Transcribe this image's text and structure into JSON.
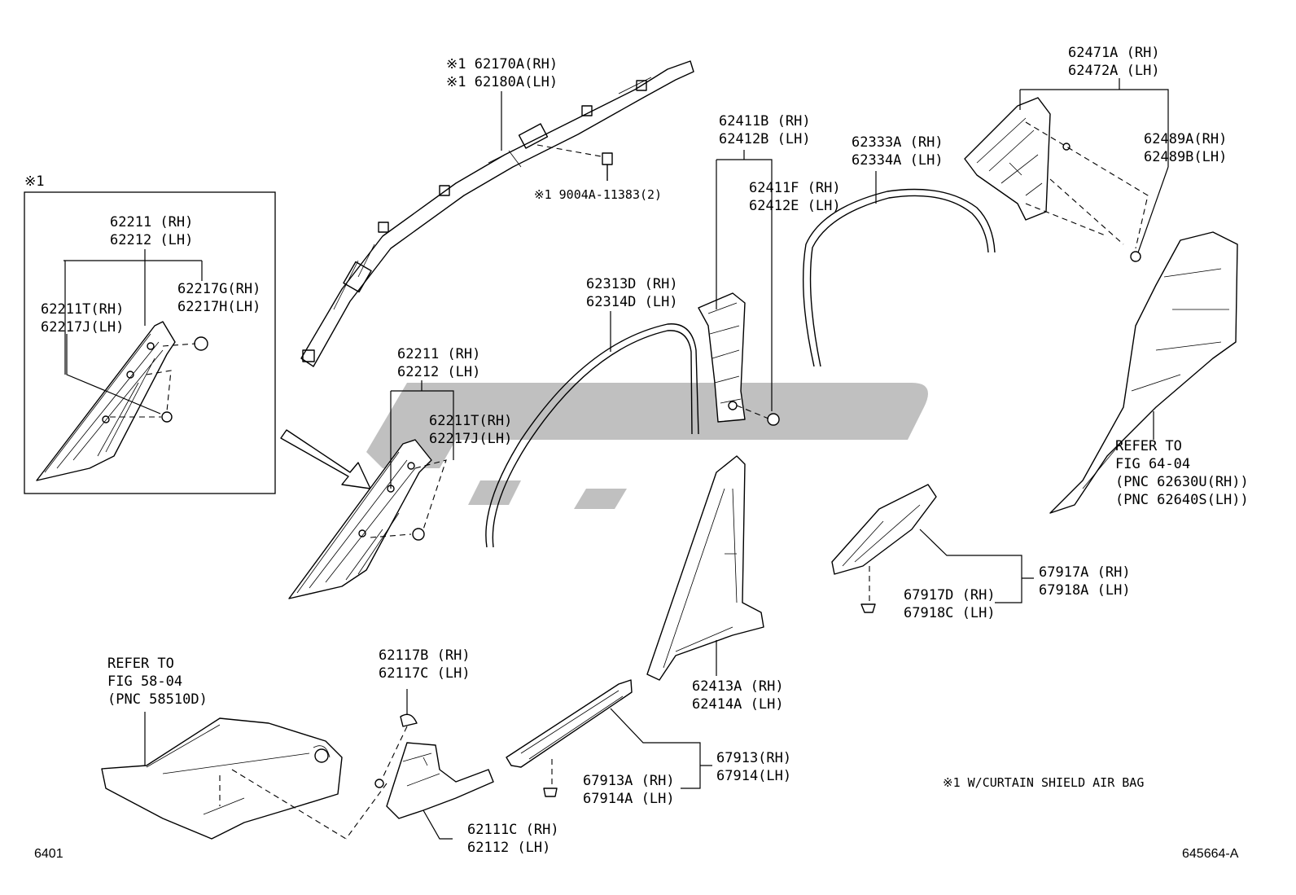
{
  "labels": {
    "inset_ref": "※1",
    "inset_a_rh": "62211 (RH)",
    "inset_a_lh": "62212 (LH)",
    "inset_t_rh": "62211T(RH)",
    "inset_t_lh": "62217J(LH)",
    "inset_g_rh": "62217G(RH)",
    "inset_g_lh": "62217H(LH)",
    "airbag_rh": "※1 62170A(RH)",
    "airbag_lh": "※1 62180A(LH)",
    "airbag_bolt": "※1 9004A-11383(2)",
    "apillar_rh": "62211 (RH)",
    "apillar_lh": "62212 (LH)",
    "apillar_t_rh": "62211T(RH)",
    "apillar_t_lh": "62217J(LH)",
    "weather_rh": "62313D (RH)",
    "weather_lh": "62314D (LH)",
    "bpillar_upper_rh": "62411B (RH)",
    "bpillar_upper_lh": "62412B (LH)",
    "bpillar_clip_rh": "62411F (RH)",
    "bpillar_clip_lh": "62412E (LH)",
    "rear_weather_rh": "62333A (RH)",
    "rear_weather_lh": "62334A (LH)",
    "cpillar_rh": "62471A (RH)",
    "cpillar_lh": "62472A (LH)",
    "cpillar_clip_rh": "62489A(RH)",
    "cpillar_clip_lh": "62489B(LH)",
    "refer_1": "REFER TO",
    "refer_1_fig": "FIG 64-04",
    "refer_1_pnc_rh": "(PNC 62630U(RH))",
    "refer_1_pnc_lh": "(PNC 62640S(LH))",
    "rear_scuff_rh": "67917A (RH)",
    "rear_scuff_lh": "67918A (LH)",
    "rear_scuff_clip_rh": "67917D (RH)",
    "rear_scuff_clip_lh": "67918C (LH)",
    "bpillar_lower_rh": "62413A (RH)",
    "bpillar_lower_lh": "62414A (LH)",
    "refer_2": "REFER TO",
    "refer_2_fig": "FIG 58-04",
    "refer_2_pnc": "(PNC 58510D)",
    "cowl_clip_rh": "62117B (RH)",
    "cowl_clip_lh": "62117C (LH)",
    "cowl_rh": "62111C (RH)",
    "cowl_lh": "62112  (LH)",
    "front_scuff_rh": "67913(RH)",
    "front_scuff_lh": "67914(LH)",
    "front_scuff_clip_rh": "67913A (RH)",
    "front_scuff_clip_lh": "67914A (LH)",
    "footnote": "※1 W/CURTAIN SHIELD AIR BAG"
  },
  "page_number": "6401",
  "illustration_id": "645664-A",
  "colors": {
    "ink": "#000000",
    "watermark": "#8c8c8c",
    "background": "#ffffff"
  }
}
